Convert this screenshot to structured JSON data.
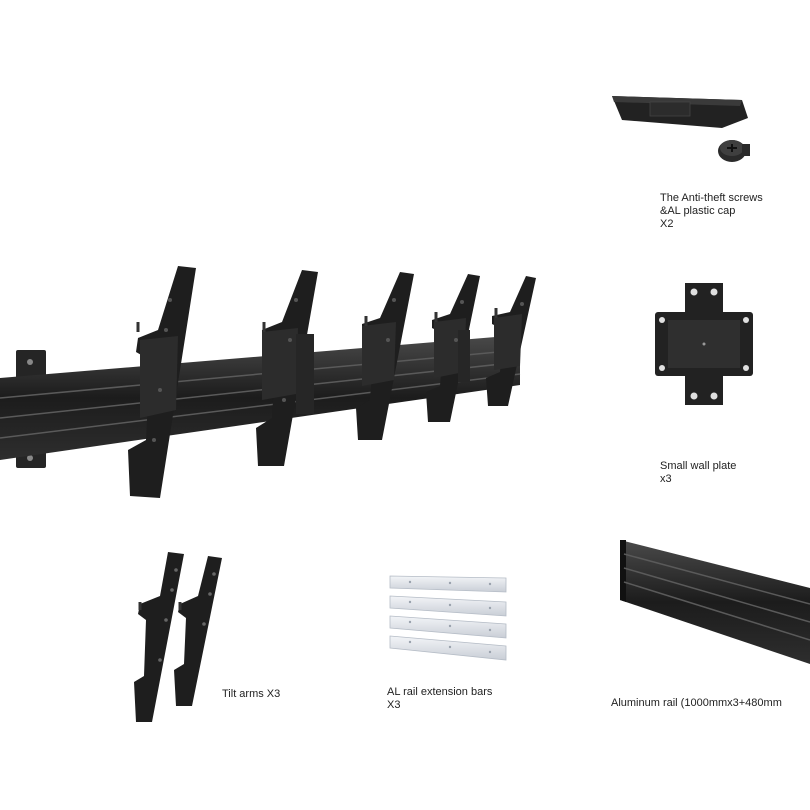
{
  "colors": {
    "background": "#ffffff",
    "metal_black": "#1e1e1e",
    "metal_mid": "#3a3a3a",
    "aluminum": "#dfe3e8",
    "caption_text": "#222222"
  },
  "captions": {
    "screws": {
      "line1": "The Anti-theft screws",
      "line2": "&AL plastic cap",
      "line3": "X2"
    },
    "wall_plate": {
      "line1": "Small wall plate",
      "line2": "x3"
    },
    "tilt_arms": {
      "line1": "Tilt arms X3"
    },
    "extension_bars": {
      "line1": "AL rail extension bars",
      "line2": "X3"
    },
    "rail": {
      "line1": "Aluminum rail (1000mmx3+480mm"
    }
  }
}
